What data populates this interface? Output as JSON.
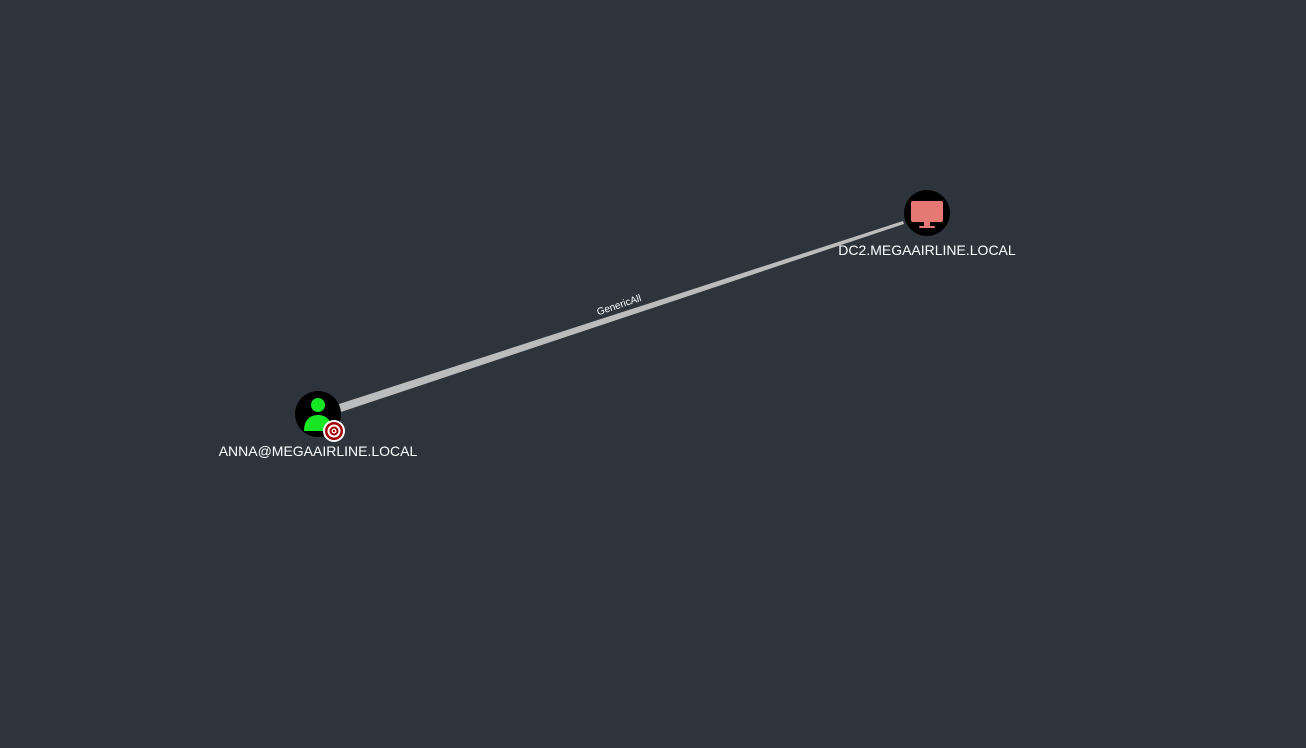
{
  "graph": {
    "background": "#2e343b",
    "nodes": [
      {
        "id": "user",
        "type": "User",
        "icon": "user-icon",
        "icon_color": "#17e625",
        "label": "ANNA@MEGAAIRLINE.LOCAL",
        "badge": "target-icon",
        "badge_color": "#a30000"
      },
      {
        "id": "computer",
        "type": "Computer",
        "icon": "computer-icon",
        "icon_color": "#e67873",
        "label": "DC2.MEGAAIRLINE.LOCAL"
      }
    ],
    "edges": [
      {
        "source": "user",
        "target": "computer",
        "label": "GenericAll",
        "color": "#bcbcbc"
      }
    ]
  }
}
